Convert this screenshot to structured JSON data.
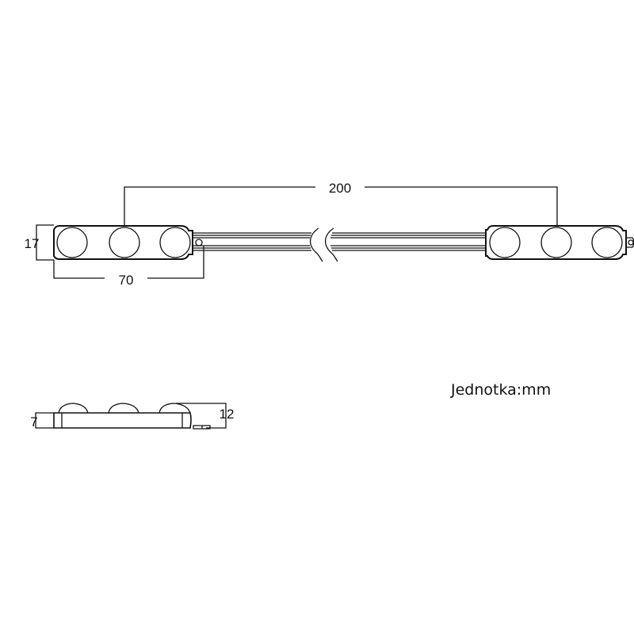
{
  "dimensions": {
    "spacing": "200",
    "module_length": "70",
    "module_width": "17",
    "body_height": "7",
    "total_height": "12"
  },
  "unit_label": "Jednotka:mm"
}
